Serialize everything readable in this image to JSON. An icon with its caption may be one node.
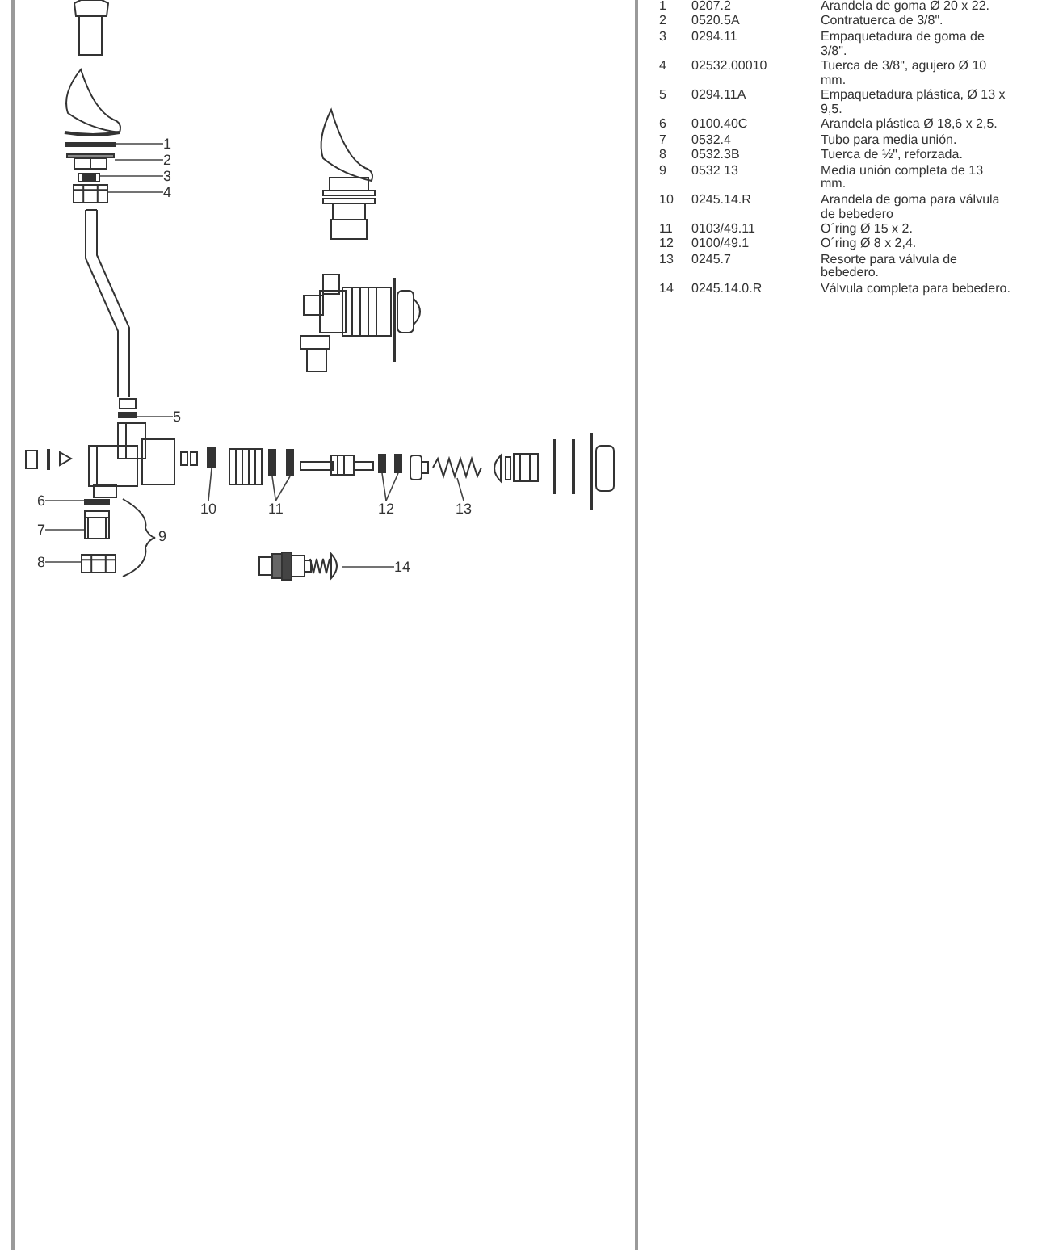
{
  "diagram": {
    "nodes": [
      {
        "text": [
          "1"
        ]
      },
      {
        "text": [
          "2"
        ]
      },
      {
        "text": [
          "3"
        ]
      },
      {
        "text": [
          "4"
        ]
      },
      {
        "text": [
          "5"
        ]
      },
      {
        "text": [
          "6"
        ]
      },
      {
        "text": [
          "7"
        ]
      },
      {
        "text": [
          "8"
        ]
      },
      {
        "text": [
          "10"
        ]
      },
      {
        "text": [
          "11"
        ]
      },
      {
        "text": [
          "12"
        ]
      },
      {
        "text": [
          "13"
        ]
      },
      {
        "text": [
          "14"
        ]
      },
      {
        "text": [],
        "shape": "bar"
      },
      {
        "text": [],
        "shape": "picture"
      },
      {
        "text": [],
        "shape": "box"
      },
      {
        "text": [],
        "shape": "box"
      },
      {
        "text": [],
        "shape": "bar"
      },
      {
        "text": [],
        "shape": "bar"
      },
      {
        "text": [],
        "shape": "box"
      },
      {
        "text": [],
        "shape": "box"
      },
      {
        "text": [],
        "shape": "bar"
      },
      {
        "text": [],
        "shape": "bar"
      },
      {
        "text": [],
        "shape": "bar"
      },
      {
        "text": [],
        "shape": "bar"
      },
      {
        "text": [],
        "shape": "bar"
      },
      {
        "text": [],
        "shape": "picture"
      },
      {
        "text": [],
        "shape": "picture"
      }
    ],
    "edges": [
      {
        "from": 0,
        "to": 13,
        "arrow": "none"
      },
      {
        "from": 1,
        "to": 14,
        "arrow": "none"
      },
      {
        "from": 2,
        "to": 15,
        "arrow": "none"
      },
      {
        "from": 3,
        "to": 16,
        "arrow": "none"
      },
      {
        "from": 4,
        "to": 17,
        "arrow": "none"
      },
      {
        "from": 5,
        "to": 18,
        "arrow": "none"
      },
      {
        "from": 6,
        "to": 19,
        "arrow": "none"
      },
      {
        "from": 7,
        "to": 20,
        "arrow": "none"
      },
      {
        "from": 8,
        "to": 21,
        "arrow": "none"
      },
      {
        "from": 9,
        "to": 22,
        "arrow": "none"
      },
      {
        "from": 9,
        "to": 23,
        "arrow": "none"
      },
      {
        "from": 10,
        "to": 24,
        "arrow": "none"
      },
      {
        "from": 10,
        "to": 25,
        "arrow": "none"
      },
      {
        "from": 11,
        "to": 26,
        "arrow": "none"
      },
      {
        "from": 12,
        "to": 27,
        "arrow": "none"
      }
    ],
    "labels": [
      "9",
      "1",
      "0207.2",
      "Arandela de goma Ø 20 x 22.",
      "2",
      "0520.5A",
      "Contratuerca de 3/8\".",
      "3",
      "0294.11",
      "Empaquetadura de goma de 3/8\".",
      "4",
      "02532.00010",
      "Tuerca de 3/8\", agujero Ø 10 mm.",
      "5",
      "0294.11A",
      "Empaquetadura plástica, Ø 13 x 9,5.",
      "6",
      "0100.40C",
      "Arandela plástica Ø 18,6 x 2,5.",
      "7",
      "0532.4",
      "Tubo para media unión.",
      "8",
      "0532.3B",
      "Tuerca de ½\", reforzada.",
      "9",
      "0532 13",
      "Media unión completa de 13 mm.",
      "10",
      "0245.14.R",
      "Arandela de goma para válvula de bebedero",
      "11",
      "0103/49.11",
      "O´ring Ø 15 x 2.",
      "12",
      "0100/49.1",
      "O´ring Ø 8 x 2,4.",
      "13",
      "0245.7",
      "Resorte para válvula de bebedero.",
      "14",
      "0245.14.0.R",
      "Válvula completa para bebedero."
    ]
  }
}
